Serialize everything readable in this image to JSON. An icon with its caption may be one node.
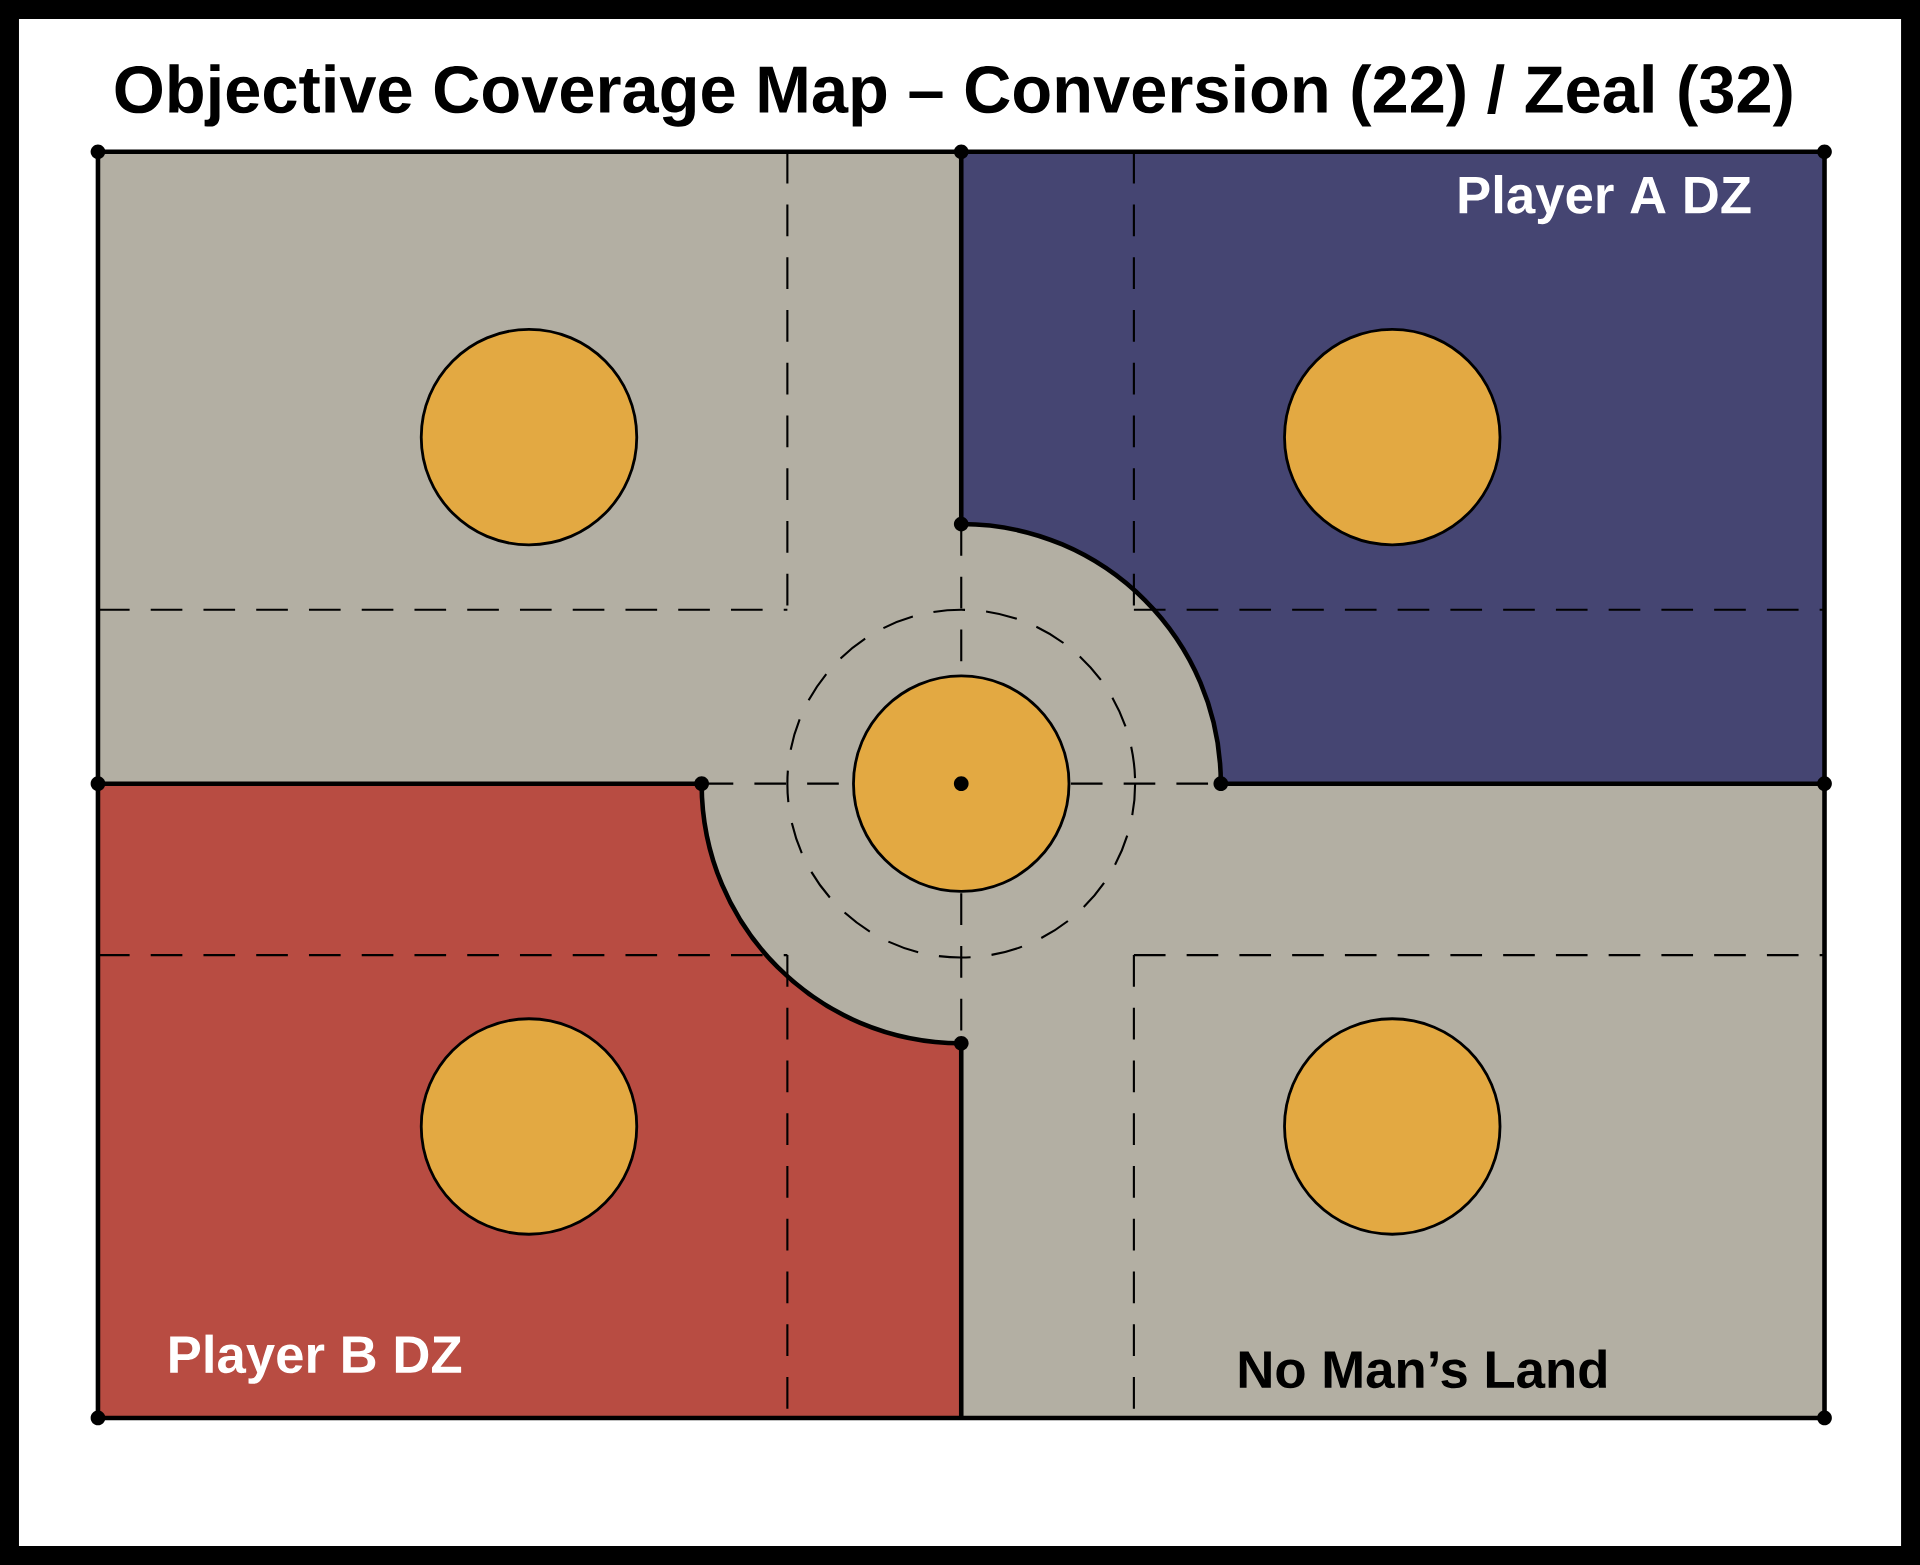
{
  "diagram": {
    "title": "Objective Coverage Map – Conversion (22) / Zeal (32)",
    "labels": [
      "Player A DZ",
      "Player B DZ",
      "No Man’s Land"
    ]
  }
}
